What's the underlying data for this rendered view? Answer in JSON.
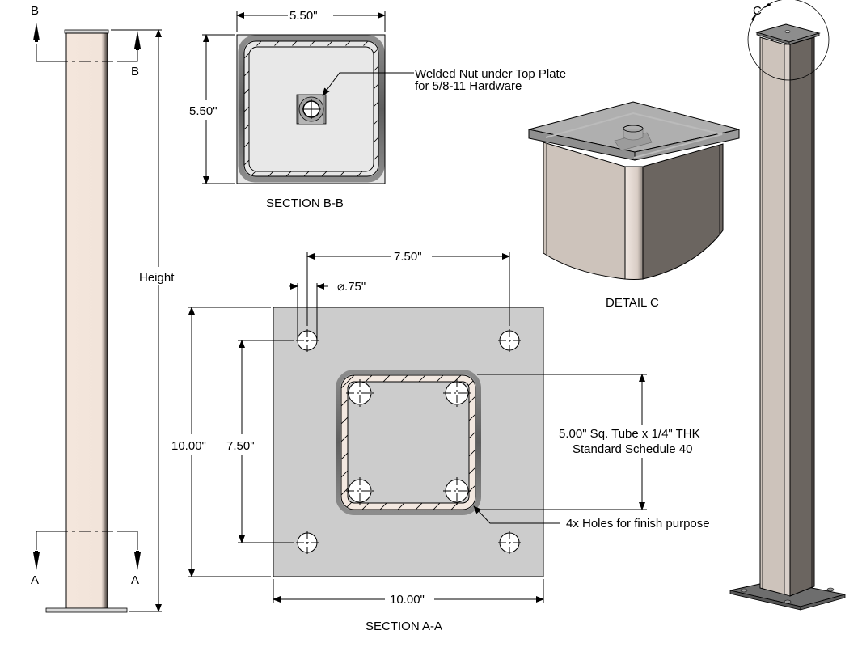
{
  "drawing": {
    "colors": {
      "post_face": "#f3e6de",
      "plate_gray": "#cccccc",
      "section_bg": "#e6e6e6",
      "iso_light": "#cdc3bb",
      "iso_dark": "#6b6560",
      "iso_plate": "#8a8a8a"
    },
    "front_view": {
      "section_b_label_left": "B",
      "section_b_label_right": "B",
      "section_a_label_left": "A",
      "section_a_label_right": "A",
      "height_label": "Height"
    },
    "section_bb": {
      "title": "SECTION B-B",
      "width_dim": "5.50\"",
      "height_dim": "5.50\"",
      "callout_line1": "Welded Nut under Top Plate",
      "callout_line2": "for 5/8-11 Hardware"
    },
    "detail_c": {
      "title": "DETAIL C",
      "marker_label": "C"
    },
    "section_aa": {
      "title": "SECTION A-A",
      "hole_spacing_horizontal": "7.50\"",
      "hole_diameter": "⌀.75\"",
      "plate_height_dim": "10.00\"",
      "hole_spacing_vertical": "7.50\"",
      "plate_width_dim": "10.00\"",
      "tube_callout_line1": "5.00\" Sq. Tube x 1/4\" THK",
      "tube_callout_line2": "Standard Schedule 40",
      "holes_callout": "4x Holes for finish purpose"
    }
  }
}
